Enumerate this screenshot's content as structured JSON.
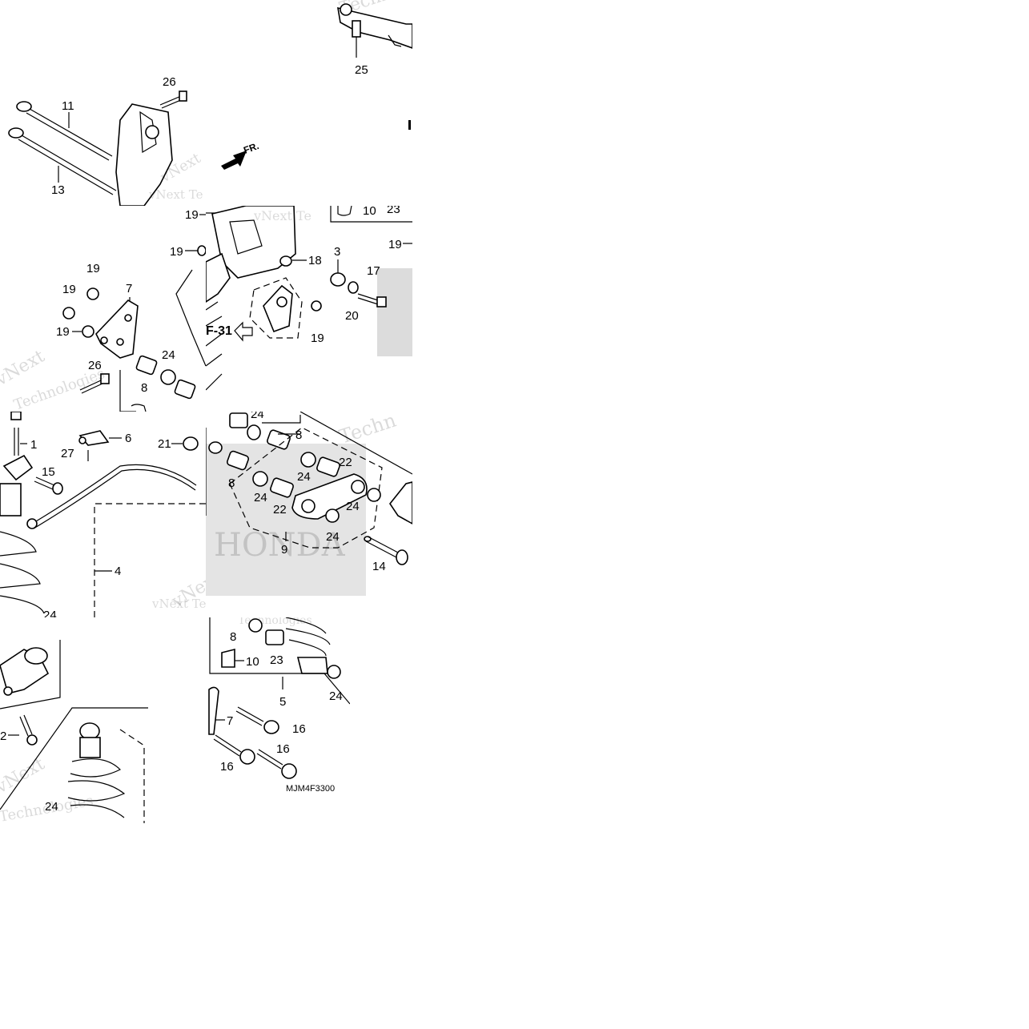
{
  "diagram": {
    "part_code": "MJM4F3300",
    "section_ref": "F-31",
    "direction_label": "FR.",
    "watermarks": [
      "vNext",
      "Techn",
      "Technologies",
      "vNext Te",
      "Techno",
      "HONDA"
    ],
    "callouts": {
      "c1": "1",
      "c2": "2",
      "c3": "3",
      "c4": "4",
      "c5": "5",
      "c6": "6",
      "c7": "7",
      "c8": "8",
      "c9": "9",
      "c10": "10",
      "c11": "11",
      "c13": "13",
      "c14": "14",
      "c15": "15",
      "c16": "16",
      "c17": "17",
      "c18": "18",
      "c19": "19",
      "c20": "20",
      "c21": "21",
      "c22": "22",
      "c23": "23",
      "c24": "24",
      "c25": "25",
      "c26": "26",
      "c27": "27"
    }
  }
}
